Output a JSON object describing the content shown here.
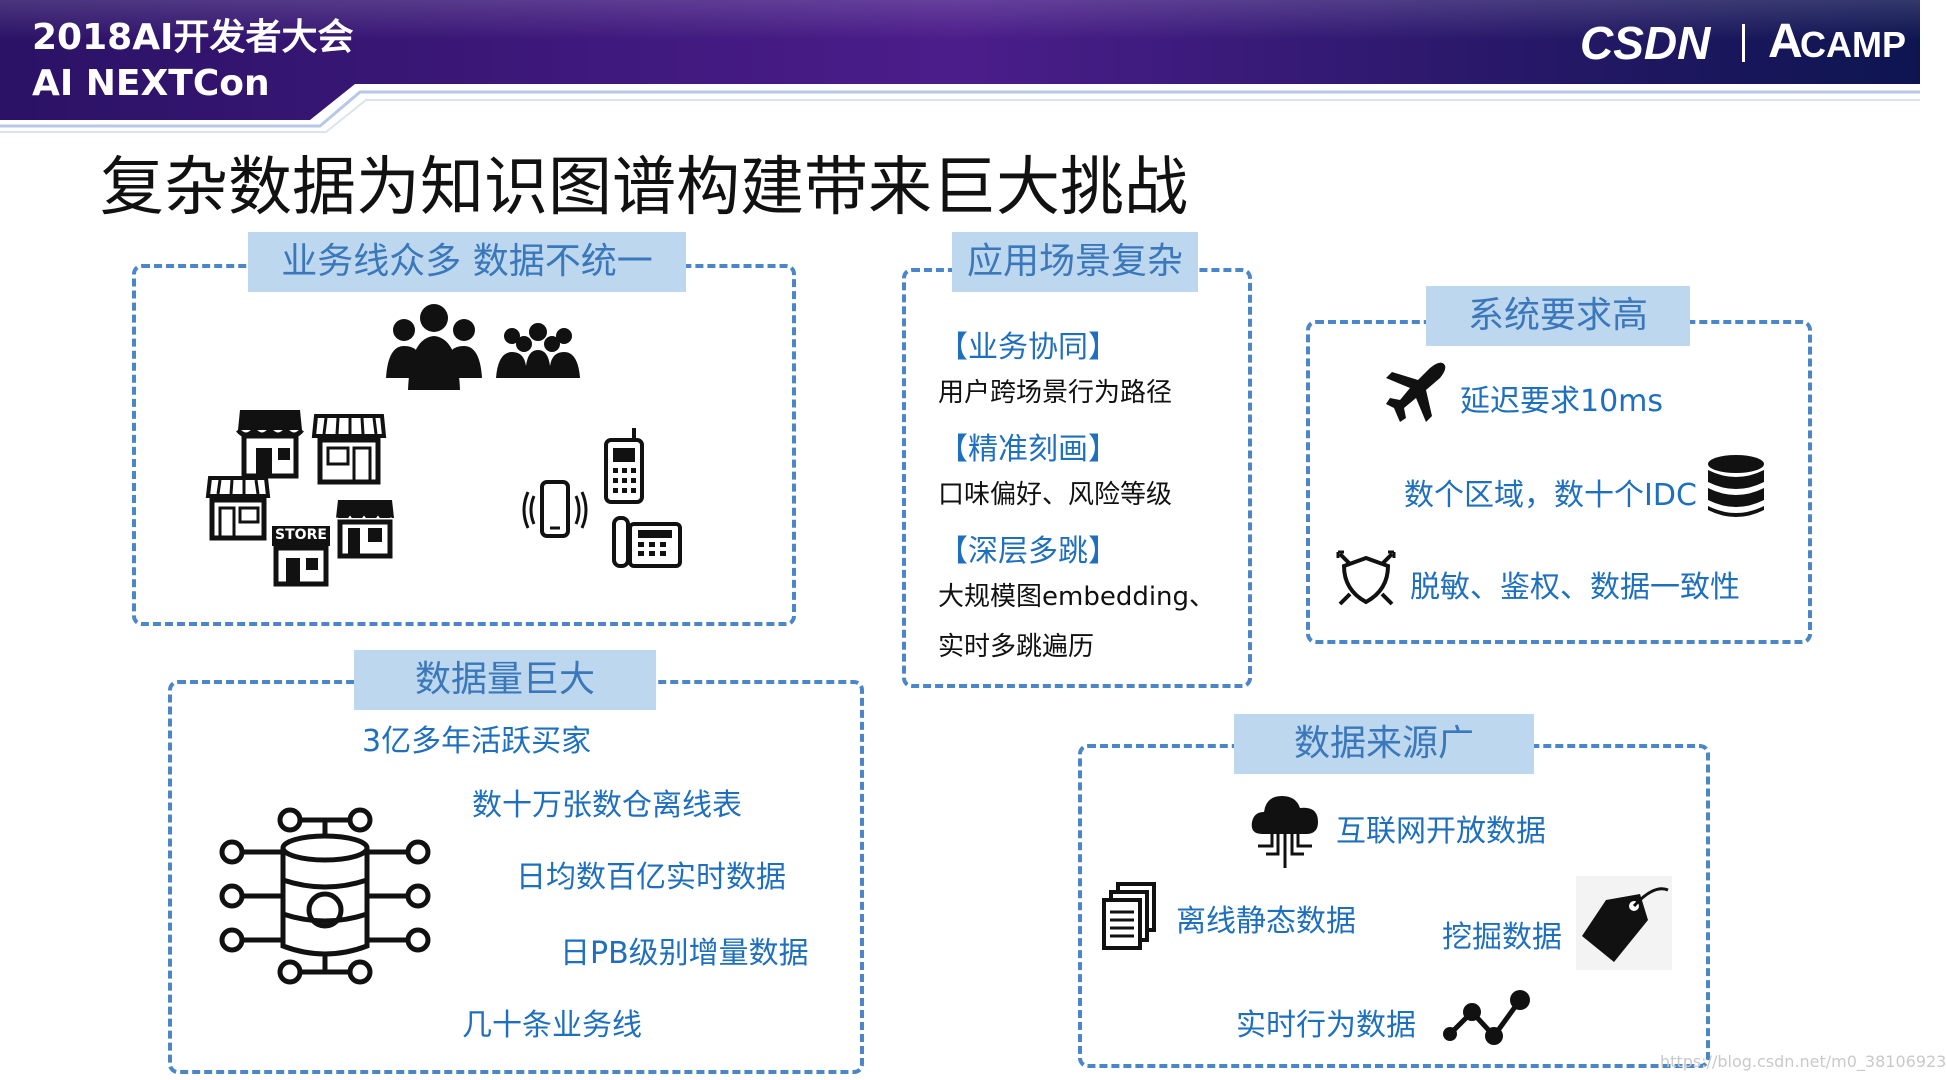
{
  "header": {
    "conference_line1": "2018AI开发者大会",
    "conference_line2": "AI NEXTCon",
    "brand_left": "CSDN",
    "brand_right": "CAMP",
    "brand_right_mark": "A"
  },
  "title": "复杂数据为知识图谱构建带来巨大挑战",
  "panels": {
    "business": {
      "heading": "业务线众多 数据不统一",
      "store_sign": "STORE"
    },
    "scenario": {
      "heading": "应用场景复杂",
      "items": [
        {
          "label": "【业务协同】",
          "desc": "用户跨场景行为路径"
        },
        {
          "label": "【精准刻画】",
          "desc": "口味偏好、风险等级"
        },
        {
          "label": "【深层多跳】",
          "desc": "大规模图embedding、",
          "desc2": "实时多跳遍历"
        }
      ]
    },
    "system": {
      "heading": "系统要求高",
      "items": [
        "延迟要求10ms",
        "数个区域，数十个IDC",
        "脱敏、鉴权、数据一致性"
      ]
    },
    "volume": {
      "heading": "数据量巨大",
      "items": [
        "3亿多年活跃买家",
        "数十万张数仓离线表",
        "日均数百亿实时数据",
        "日PB级别增量数据",
        "几十条业务线"
      ]
    },
    "sources": {
      "heading": "数据来源广",
      "items": [
        "互联网开放数据",
        "离线静态数据",
        "挖掘数据",
        "实时行为数据"
      ]
    }
  },
  "watermark": "https://blog.csdn.net/m0_38106923",
  "icons": [
    "people-group-icon",
    "crowd-icon",
    "store-icon",
    "mobile-phone-icon",
    "desk-phone-icon",
    "airplane-icon",
    "database-icon",
    "shield-icon",
    "cloud-icon",
    "documents-icon",
    "tag-icon",
    "trend-line-icon",
    "data-network-icon"
  ],
  "colors": {
    "accent_blue": "#1f6fbf",
    "dash_blue": "#4a86c8",
    "tab_bg": "#bdd7ee",
    "banner_purple": "#3a1a7a"
  }
}
